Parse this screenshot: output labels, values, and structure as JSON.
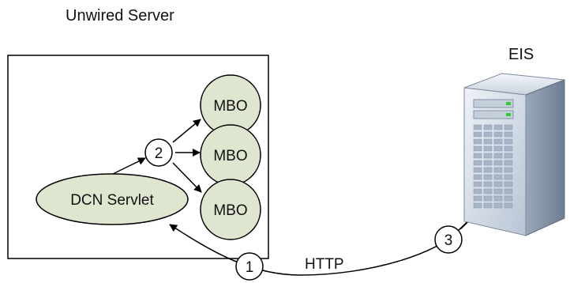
{
  "title": "Unwired Server",
  "eis_label": "EIS",
  "servlet_label": "DCN Servlet",
  "mbo_labels": [
    "MBO",
    "MBO",
    "MBO"
  ],
  "step_numbers": [
    "1",
    "2",
    "3"
  ],
  "http_label": "HTTP",
  "colors": {
    "node_fill": "#dfe6cf",
    "line": "#000000",
    "server_body": "#d4dde9",
    "server_led": "#33cc33"
  },
  "icons": {
    "eis": "server-tower-icon"
  }
}
